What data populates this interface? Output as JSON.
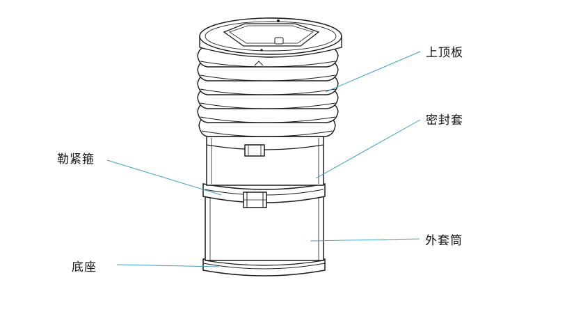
{
  "labels": {
    "top_plate": "上顶板",
    "seal_sleeve": "密封套",
    "clamp_hoop": "勒紧箍",
    "outer_sleeve": "外套筒",
    "base": "底座"
  },
  "colors": {
    "stroke": "#1a1a1a",
    "leader": "#3a9fc4",
    "background": "#ffffff"
  }
}
